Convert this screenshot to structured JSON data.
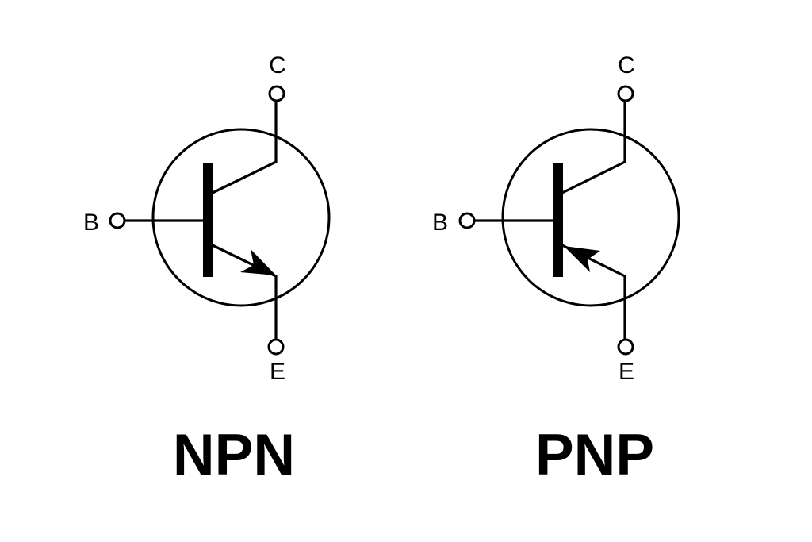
{
  "diagram": {
    "background_color": "#ffffff",
    "stroke_color": "#000000",
    "transistors": [
      {
        "name": "npn",
        "caption": "NPN",
        "collector_label": "C",
        "base_label": "B",
        "emitter_label": "E",
        "emitter_arrow_direction": "outward"
      },
      {
        "name": "pnp",
        "caption": "PNP",
        "collector_label": "C",
        "base_label": "B",
        "emitter_label": "E",
        "emitter_arrow_direction": "inward"
      }
    ]
  }
}
